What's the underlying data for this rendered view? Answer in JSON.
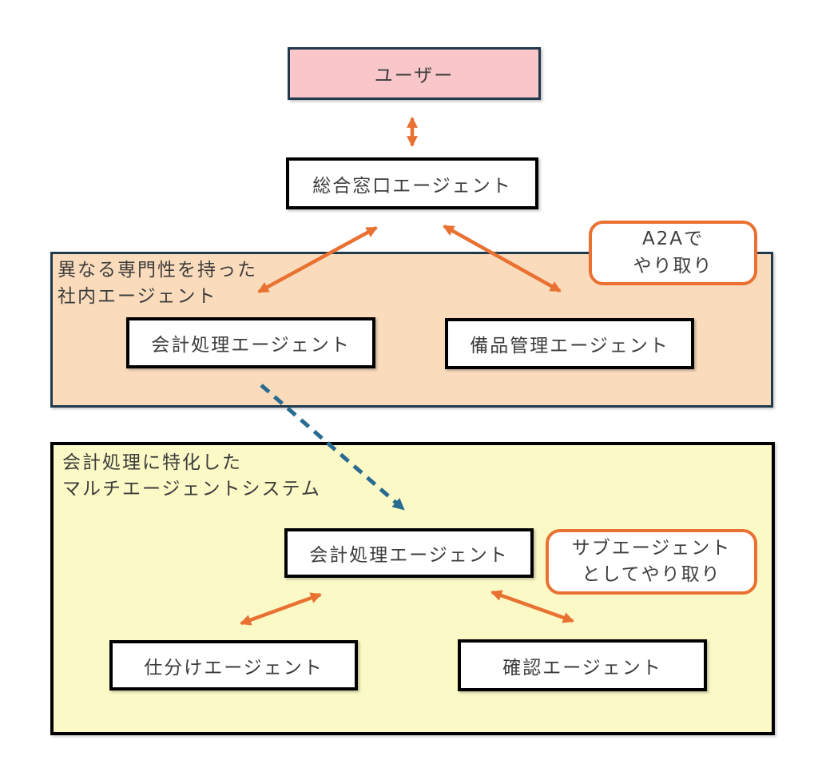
{
  "diagram": {
    "nodes": {
      "user": {
        "label": "ユーザー"
      },
      "front_desk": {
        "label": "総合窓口エージェント"
      },
      "accounting_internal": {
        "label": "会計処理エージェント"
      },
      "equipment": {
        "label": "備品管理エージェント"
      },
      "accounting_sub": {
        "label": "会計処理エージェント"
      },
      "sorting": {
        "label": "仕分けエージェント"
      },
      "confirmation": {
        "label": "確認エージェント"
      }
    },
    "sections": {
      "internal_agents": {
        "label_line1": "異なる専門性を持った",
        "label_line2": "社内エージェント"
      },
      "multi_agent_system": {
        "label_line1": "会計処理に特化した",
        "label_line2": "マルチエージェントシステム"
      }
    },
    "callouts": {
      "a2a": {
        "line1": "A2Aで",
        "line2": "やり取り"
      },
      "subagent": {
        "line1": "サブエージェント",
        "line2": "としてやり取り"
      }
    },
    "colors": {
      "orange_accent": "#e97132",
      "pink_fill": "#f9c7ca",
      "navy_border": "#1f3a4d",
      "peach_fill": "#fadcbd",
      "yellow_fill": "#fbf9c6",
      "teal_arrow": "#2a6b91",
      "box_border": "#000000",
      "text": "#3c3c3c"
    }
  }
}
